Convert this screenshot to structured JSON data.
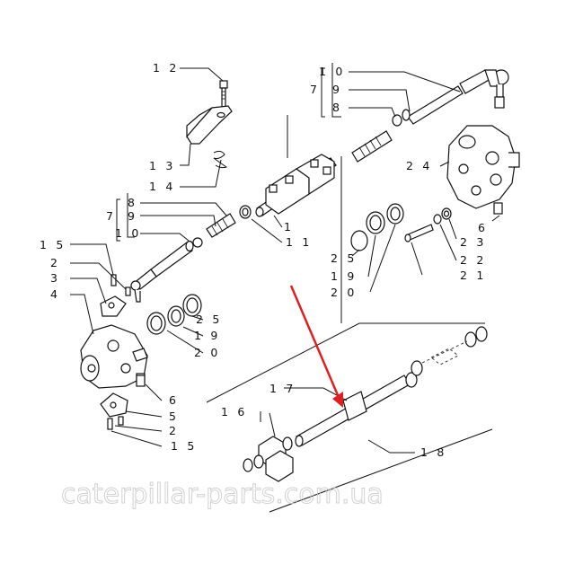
{
  "callouts": {
    "c12": "1 2",
    "c13": "1 3",
    "c14": "1 4",
    "c10a": "1 0",
    "c9a": "9",
    "c7a": "7",
    "c8a": "8",
    "c24": "2 4",
    "c8b": "8",
    "c7b": "7",
    "c9b": "9",
    "c10b": "1 0",
    "c1": "1",
    "c11": "1 1",
    "c6a": "6",
    "c23": "2 3",
    "c22": "2 2",
    "c21": "2 1",
    "c25a": "2 5",
    "c19a": "1 9",
    "c20a": "2 0",
    "c15a": "1 5",
    "c2a": "2",
    "c3": "3",
    "c4": "4",
    "c25b": "2 5",
    "c19b": "1 9",
    "c20b": "2 0",
    "c6b": "6",
    "c5": "5",
    "c2b": "2",
    "c15b": "1 5",
    "c17": "1 7",
    "c16": "1 6",
    "c18": "1 8"
  },
  "watermark": "caterpillar-parts.com.ua",
  "colors": {
    "line": "#111111",
    "arrow": "#e02020",
    "watermark": "#c9c9c9",
    "background": "#ffffff"
  }
}
